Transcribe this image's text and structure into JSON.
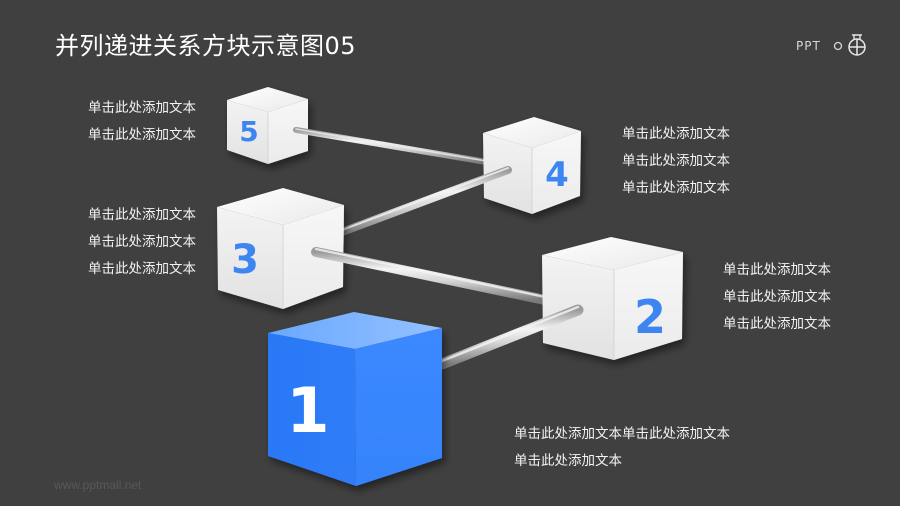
{
  "slide": {
    "title": "并列递进关系方块示意图05",
    "logo_text": "PPT",
    "watermark": "www.pptmall.net",
    "background": "#404040"
  },
  "colors": {
    "accent_blue": "#3a86ff",
    "number_blue": "#3d85f0",
    "cube_white": "#f1f1f1",
    "text": "#f2f2f2"
  },
  "cubes": [
    {
      "number": "1",
      "color": "blue",
      "text_lines": [
        "单击此处添加文本单击此处添加文本",
        "单击此处添加文本"
      ]
    },
    {
      "number": "2",
      "color": "white",
      "text_lines": [
        "单击此处添加文本",
        "单击此处添加文本",
        "单击此处添加文本"
      ]
    },
    {
      "number": "3",
      "color": "white",
      "text_lines": [
        "单击此处添加文本",
        "单击此处添加文本",
        "单击此处添加文本"
      ]
    },
    {
      "number": "4",
      "color": "white",
      "text_lines": [
        "单击此处添加文本",
        "单击此处添加文本",
        "单击此处添加文本"
      ]
    },
    {
      "number": "5",
      "color": "white",
      "text_lines": [
        "单击此处添加文本",
        "单击此处添加文本"
      ]
    }
  ],
  "connectors": [
    {
      "from": "1",
      "to": "2"
    },
    {
      "from": "2",
      "to": "3"
    },
    {
      "from": "3",
      "to": "4"
    },
    {
      "from": "4",
      "to": "5"
    }
  ]
}
